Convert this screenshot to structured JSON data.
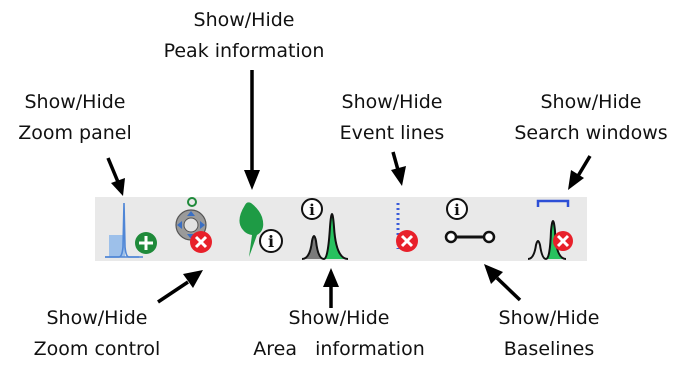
{
  "callouts": {
    "zoom_panel": {
      "line1": "Show/Hide",
      "line2": "Zoom panel"
    },
    "peak_info": {
      "line1": "Show/Hide",
      "line2": "Peak information"
    },
    "event_lines": {
      "line1": "Show/Hide",
      "line2": "Event lines"
    },
    "search_windows": {
      "line1": "Show/Hide",
      "line2": "Search windows"
    },
    "zoom_control": {
      "line1": "Show/Hide",
      "line2": "Zoom control"
    },
    "area_info": {
      "line1": "Show/Hide",
      "line2": "Area   information"
    },
    "baselines": {
      "line1": "Show/Hide",
      "line2": "Baselines"
    }
  },
  "toolbar": {
    "buttons": [
      {
        "icon": "zoom-panel-icon",
        "state": "show"
      },
      {
        "icon": "zoom-control-icon",
        "state": "hide"
      },
      {
        "icon": "peak-information-icon",
        "state": "show"
      },
      {
        "icon": "area-information-icon",
        "state": "show"
      },
      {
        "icon": "event-lines-icon",
        "state": "hide"
      },
      {
        "icon": "baselines-icon",
        "state": "show"
      },
      {
        "icon": "search-windows-icon",
        "state": "hide"
      }
    ]
  },
  "colors": {
    "show_badge": "#1f8a3a",
    "hide_badge": "#e8202a",
    "peak_green": "#1e9b45",
    "area_green": "#27c25f",
    "zoom_blue": "#4f86d6",
    "toolbar_bg": "#e9e9e9"
  }
}
